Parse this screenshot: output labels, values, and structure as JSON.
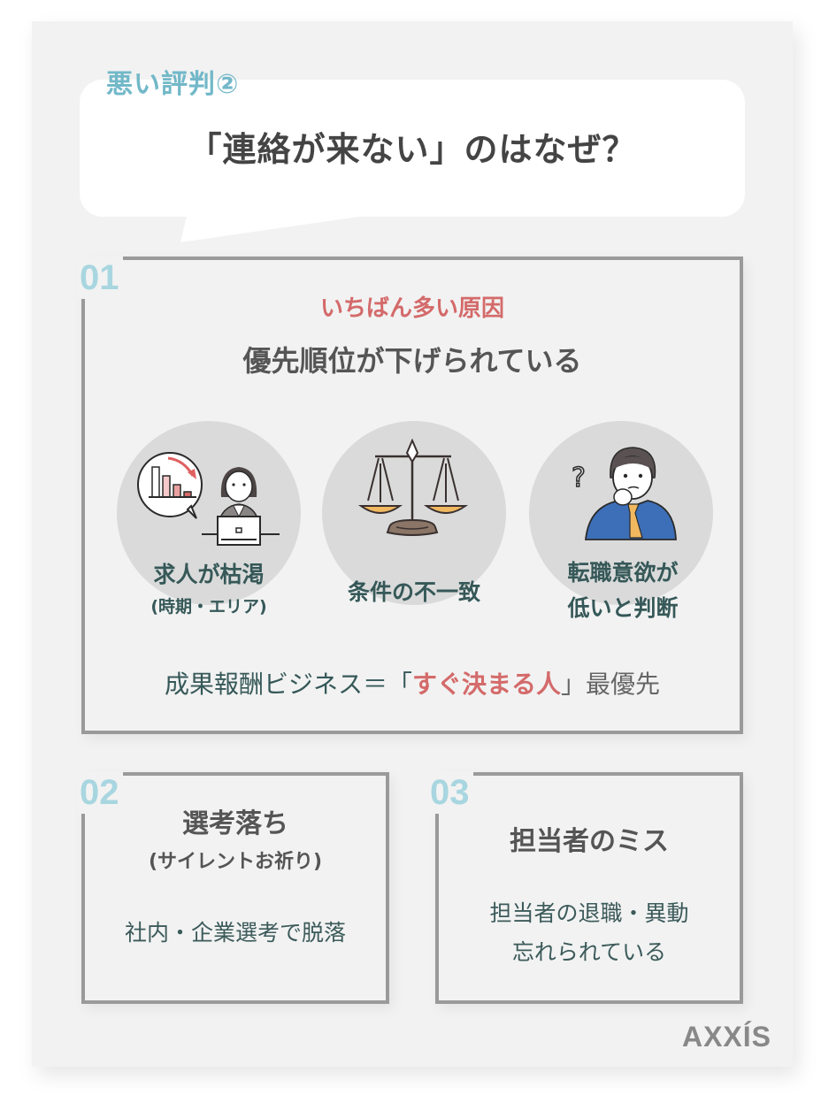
{
  "header": {
    "label": "悪い評判②",
    "headline": "「連絡が来ない」のはなぜ？"
  },
  "reason1": {
    "number": "01",
    "subtitle": "いちばん多い原因",
    "title": "優先順位が下げられている",
    "items": [
      {
        "icon": "declining-chart-woman-laptop-icon",
        "label": "求人が枯渇",
        "sublabel": "(時期・エリア)"
      },
      {
        "icon": "balance-scale-icon",
        "label": "条件の不一致"
      },
      {
        "icon": "confused-businessman-icon",
        "label_line1": "転職意欲が",
        "label_line2": "低いと判断"
      }
    ],
    "summary": {
      "prefix": "成果報酬ビジネス＝「",
      "highlight": "すぐ決まる人",
      "suffix_bracket": "」",
      "suffix": "最優先"
    }
  },
  "reason2": {
    "number": "02",
    "title": "選考落ち",
    "subtitle": "(サイレントお祈り)",
    "body": "社内・企業選考で脱落"
  },
  "reason3": {
    "number": "03",
    "title": "担当者のミス",
    "body_line1": "担当者の退職・異動",
    "body_line2": "忘れられている"
  },
  "brand": {
    "logo": "AXXÍS"
  },
  "colors": {
    "accent_teal": "#72b8c8",
    "number_teal": "#a8d6e0",
    "highlight_red": "#d46a6a",
    "text_dark_teal": "#365858",
    "border_gray": "#9a9a9a",
    "background": "#f2f2f2"
  }
}
